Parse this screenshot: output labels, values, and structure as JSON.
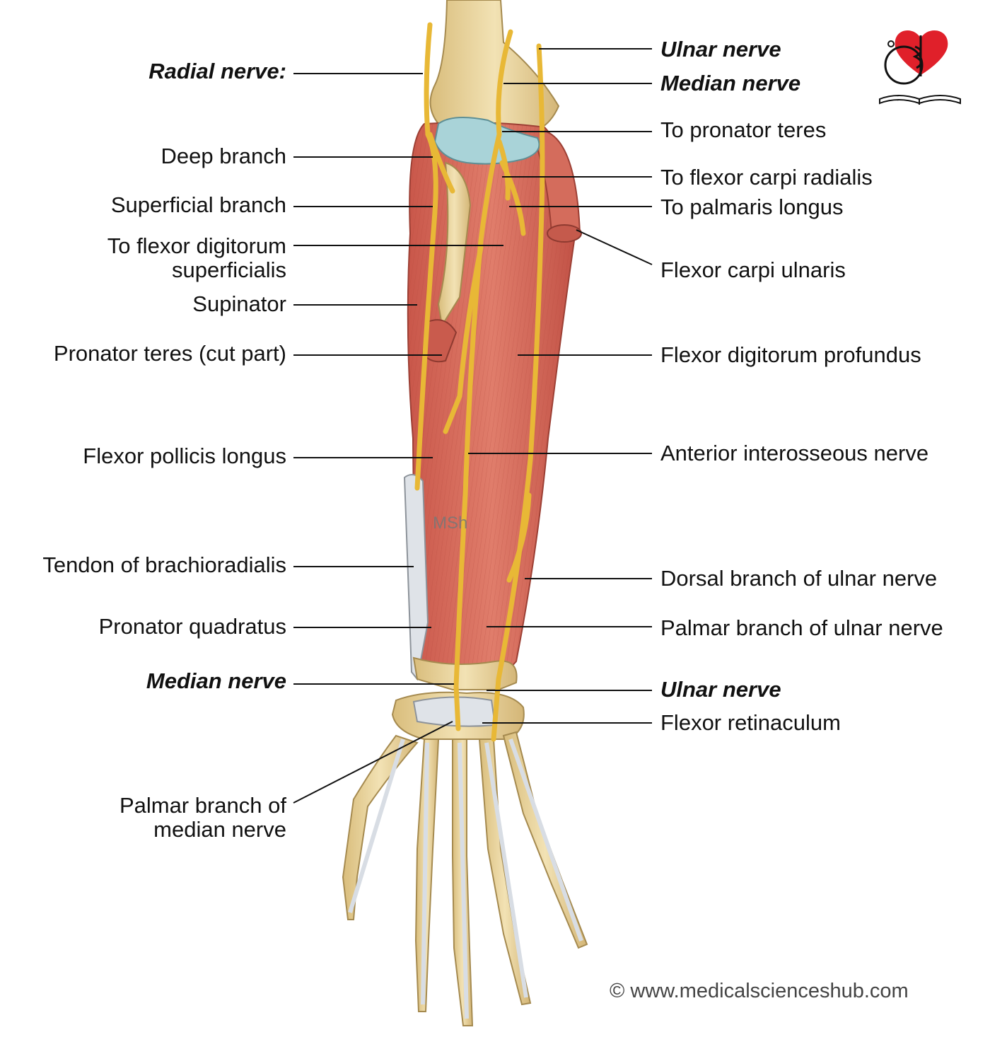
{
  "labels_left": {
    "radial_nerve": "Radial nerve:",
    "deep_branch": "Deep branch",
    "superficial_branch": "Superficial branch",
    "fds_line1": "To flexor digitorum",
    "fds_line2": "superficialis",
    "supinator": "Supinator",
    "pronator_teres_cut": "Pronator teres (cut part)",
    "fpl": "Flexor pollicis longus",
    "tendon_br": "Tendon of brachioradialis",
    "pronator_quadratus": "Pronator quadratus",
    "median_nerve": "Median nerve",
    "palmar_median_line1": "Palmar branch of",
    "palmar_median_line2": "median nerve"
  },
  "labels_right": {
    "ulnar_nerve_top": "Ulnar nerve",
    "median_nerve_top": "Median nerve",
    "to_pronator_teres": "To pronator teres",
    "to_fcr": "To flexor carpi radialis",
    "to_palmaris": "To palmaris longus",
    "fcu": "Flexor carpi ulnaris",
    "fdp": "Flexor digitorum profundus",
    "ain": "Anterior interosseous nerve",
    "dorsal_ulnar": "Dorsal branch of ulnar nerve",
    "palmar_ulnar": "Palmar branch of ulnar nerve",
    "ulnar_nerve_bottom": "Ulnar nerve",
    "flexor_retinaculum": "Flexor retinaculum"
  },
  "watermark": "MSh",
  "copyright": "© www.medicalscienceshub.com",
  "colors": {
    "muscle": "#d9705f",
    "muscle_dark": "#b84a3c",
    "bone": "#e8d39a",
    "nerve": "#e8b836",
    "tendon": "#d8dde4",
    "cartilage": "#a9d3d8",
    "logo_red": "#e0202a"
  }
}
